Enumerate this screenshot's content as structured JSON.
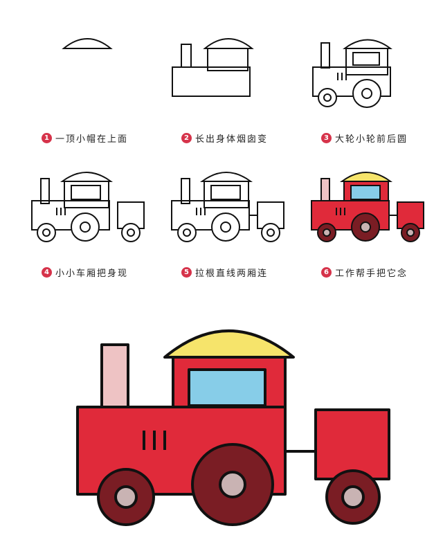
{
  "steps": [
    {
      "n": "1",
      "text": "一顶小帽在上面"
    },
    {
      "n": "2",
      "text": "长出身体烟囱变"
    },
    {
      "n": "3",
      "text": "大轮小轮前后圆"
    },
    {
      "n": "4",
      "text": "小小车厢把身现"
    },
    {
      "n": "5",
      "text": "拉根直线两厢连"
    },
    {
      "n": "6",
      "text": "工作帮手把它念"
    }
  ],
  "colors": {
    "body": "#e02a3a",
    "roof": "#f6e46b",
    "window": "#87cde8",
    "chimney": "#eec3c4",
    "wheel": "#7a1d24",
    "hub": "#c9b3b3",
    "outline": "#111111"
  }
}
